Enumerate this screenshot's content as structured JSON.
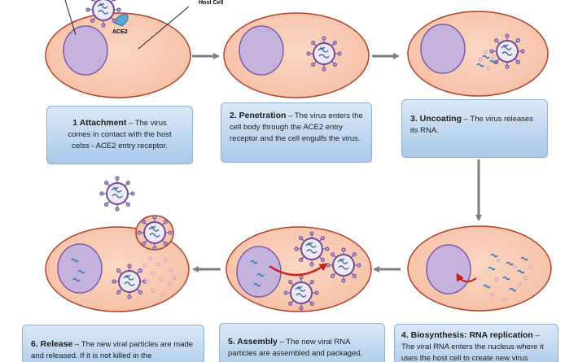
{
  "labels": {
    "host_cell": "Host Cell",
    "ace2": "ACE2"
  },
  "steps": [
    {
      "title": "1 Attachment",
      "desc": "The virus comes in contact with the host celss - ACE2 entry receptor."
    },
    {
      "title": "2. Penetration",
      "desc": "The virus enters the cell body through the ACE2 entry receptor and the cell engulfs the virus."
    },
    {
      "title": "3. Uncoating",
      "desc": "The virus releases its RNA."
    },
    {
      "title": "4. Biosynthesis: RNA replication",
      "desc": "The viral RNA enters the nucleus where it uses the host cell to create new virus"
    },
    {
      "title": "5. Assembly",
      "desc": "The new viral RNA particles are assembled and packaged,"
    },
    {
      "title": "6. Release",
      "desc": "The new viral particles are made and released. If it is not killed in the"
    }
  ],
  "colors": {
    "cell": "#f9ccb4",
    "cell_border": "#b1412a",
    "nucleus": "#c5b3dd",
    "nucleus_border": "#7d5ea7",
    "box": "#b8d3ef",
    "arrow": "#7f7f7f",
    "red_arrow": "#cc1f1f"
  }
}
